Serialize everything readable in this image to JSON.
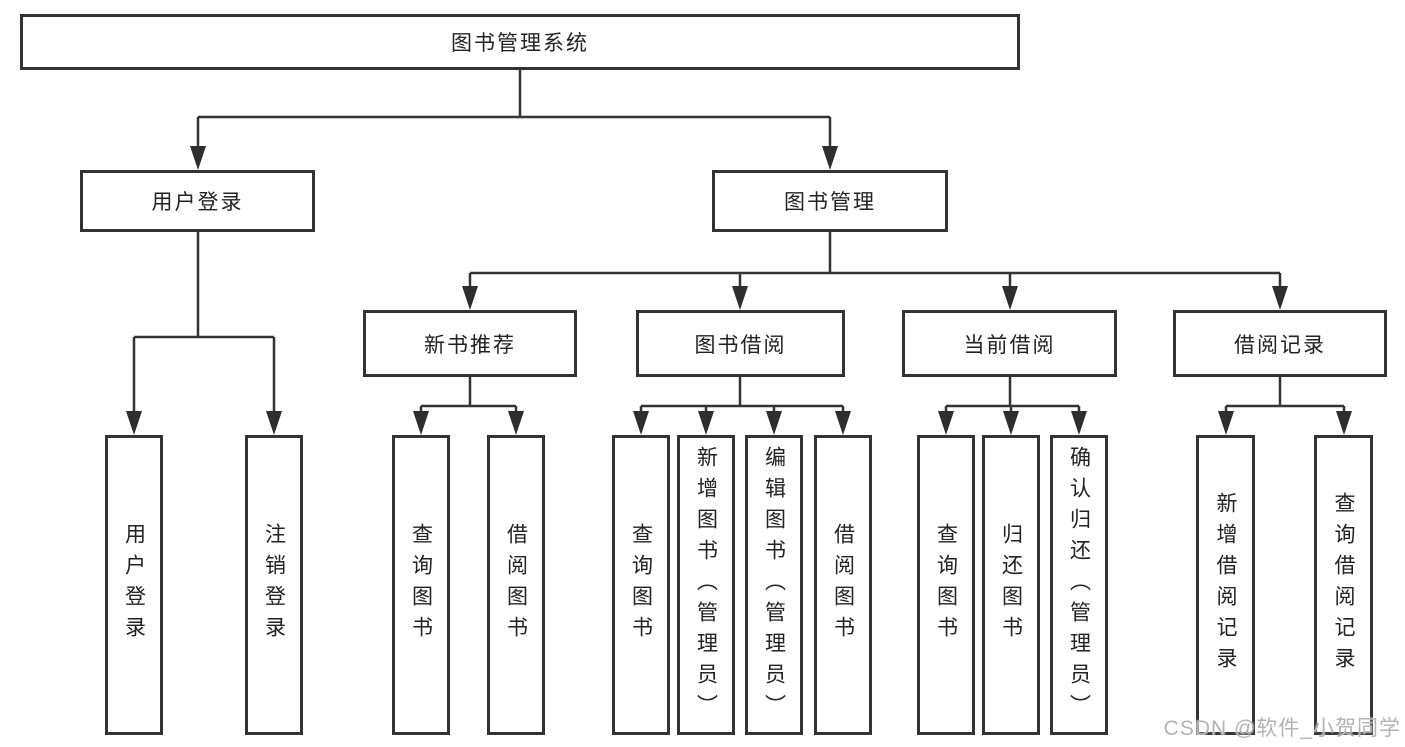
{
  "diagram": {
    "title": "图书管理系统",
    "level2": [
      {
        "label": "用户登录"
      },
      {
        "label": "图书管理"
      }
    ],
    "level3": [
      {
        "label": "新书推荐"
      },
      {
        "label": "图书借阅"
      },
      {
        "label": "当前借阅"
      },
      {
        "label": "借阅记录"
      }
    ],
    "leaves": {
      "user_login": [
        "用户登录",
        "注销登录"
      ],
      "new_book": [
        "查询图书",
        "借阅图书"
      ],
      "book_borrow": [
        "查询图书",
        "新增图书（管理员）",
        "编辑图书（管理员）",
        "借阅图书"
      ],
      "current_borrow": [
        "查询图书",
        "归还图书",
        "确认归还（管理员）"
      ],
      "borrow_record": [
        "新增借阅记录",
        "查询借阅记录"
      ]
    },
    "watermark": "CSDN @软件_小贺同学",
    "colors": {
      "line": "#333333",
      "text": "#222222",
      "watermark": "#b3b3b3"
    }
  }
}
